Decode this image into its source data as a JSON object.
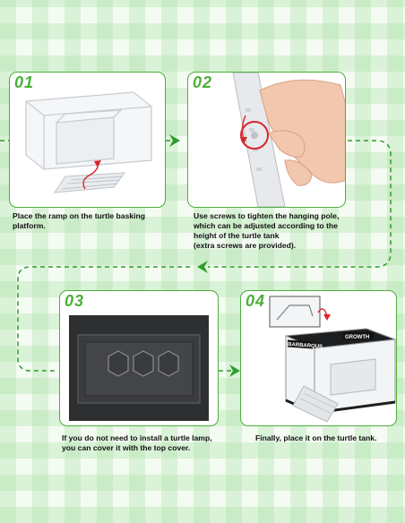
{
  "steps": [
    {
      "number": "01",
      "caption": [
        "Place the ramp on the turtle basking",
        "platform."
      ]
    },
    {
      "number": "02",
      "caption": [
        "Use screws to tighten the hanging pole,",
        "which can be adjusted according to the",
        "height of the turtle tank",
        "(extra screws are provided)."
      ]
    },
    {
      "number": "03",
      "caption": [
        "If you do not need to install a turtle lamp,",
        "you can cover it with the top cover."
      ]
    },
    {
      "number": "04",
      "caption": [
        "Finally, place it on the turtle tank."
      ]
    }
  ],
  "product_labels": {
    "front": "BARBAROUS",
    "back": "GROWTH"
  },
  "colors": {
    "accent": "#4caf3a",
    "grid": "#b9e6b3",
    "arrow_red": "#d8262a"
  }
}
